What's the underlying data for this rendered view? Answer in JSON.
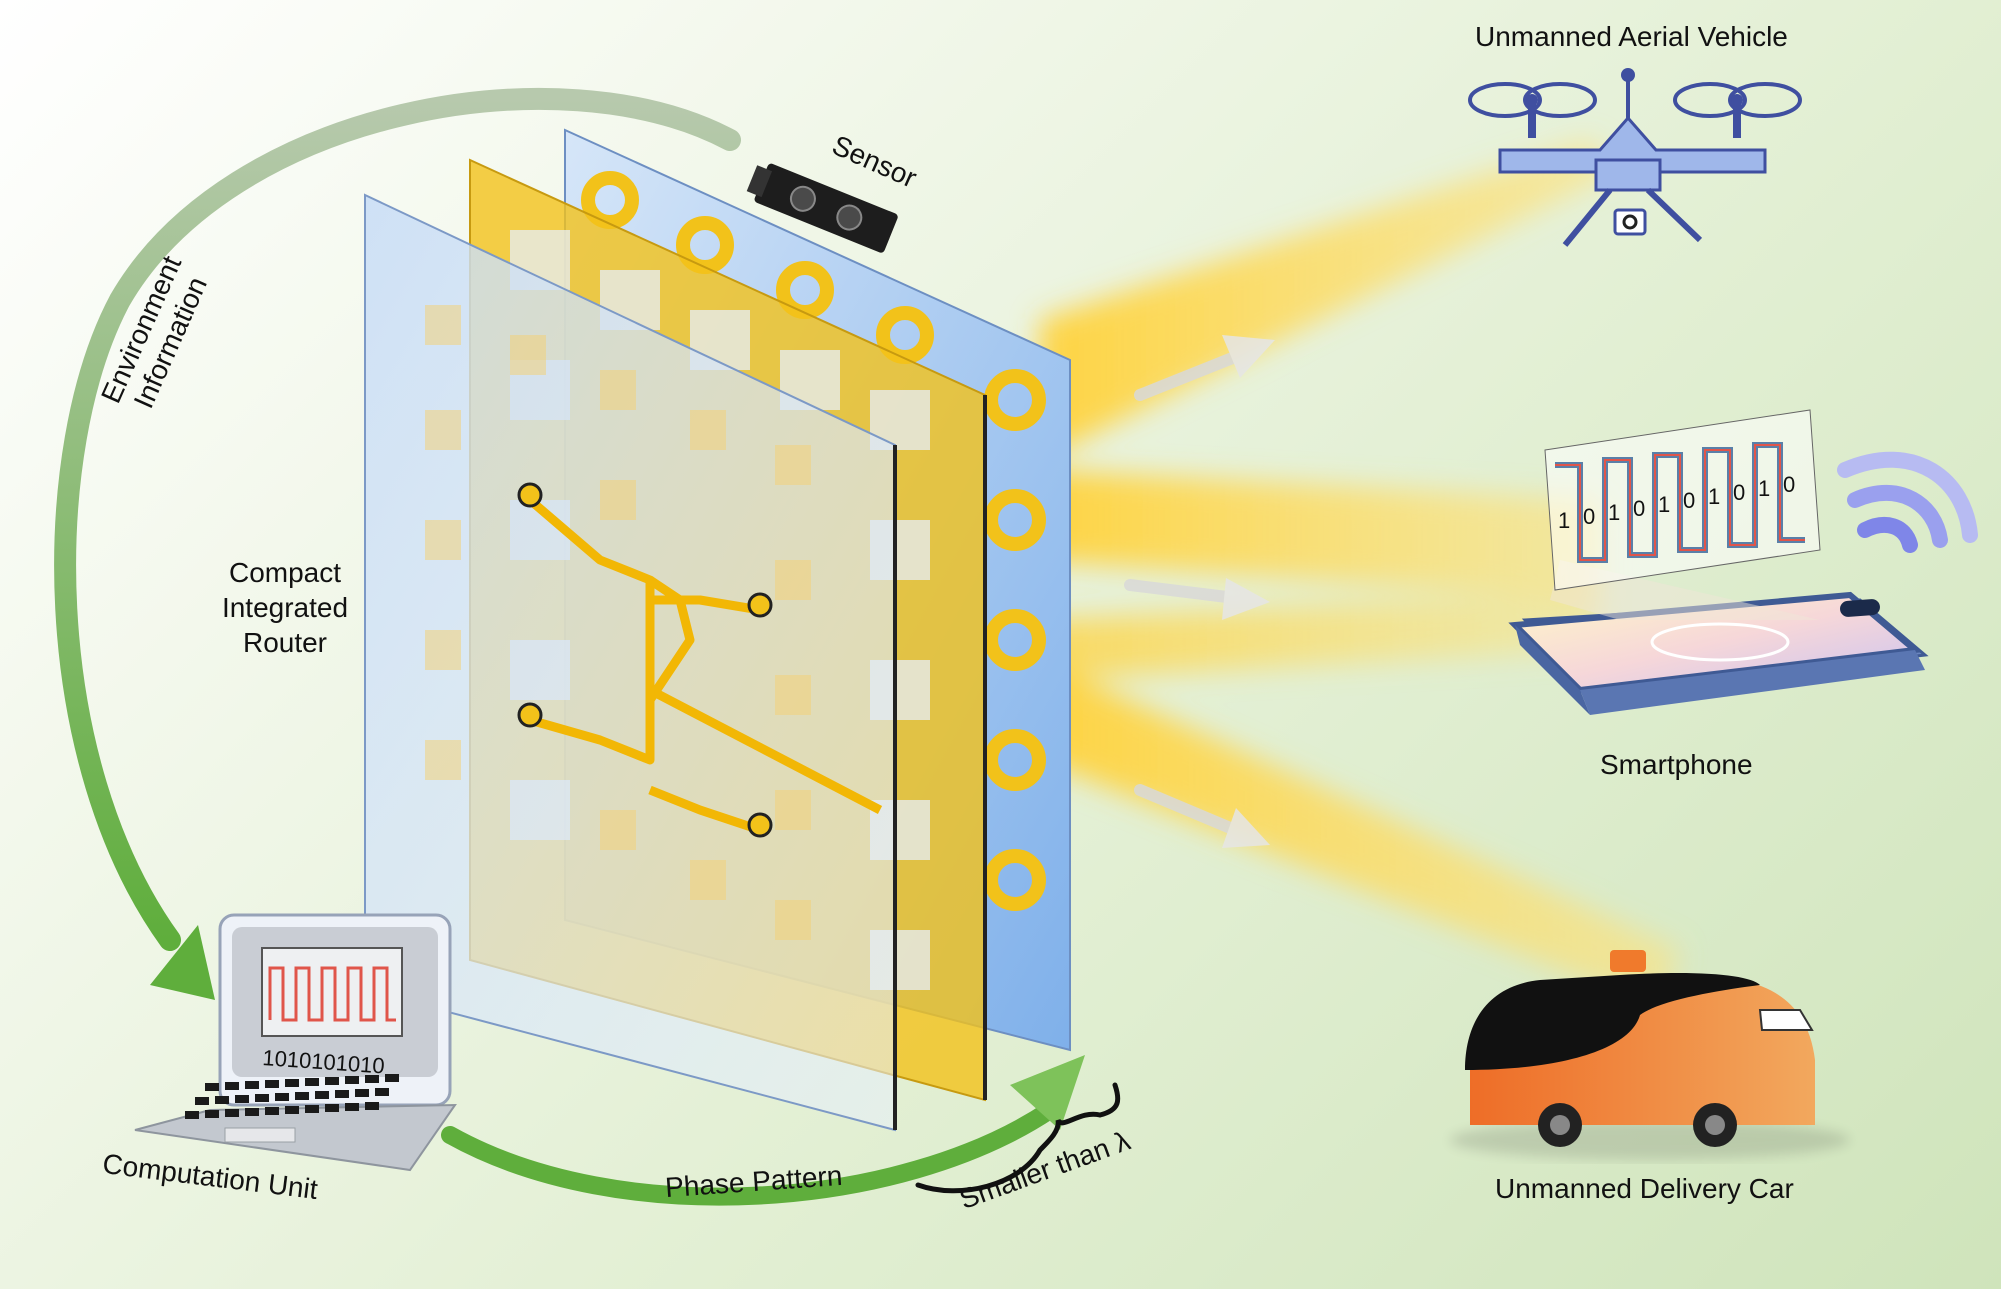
{
  "labels": {
    "uav": "Unmanned Aerial Vehicle",
    "sensor": "Sensor",
    "environment_line1": "Environment",
    "environment_line2": "Information",
    "router_line1": "Compact",
    "router_line2": "Integrated",
    "router_line3": "Router",
    "smartphone": "Smartphone",
    "delivery_car": "Unmanned Delivery Car",
    "computation_unit": "Computation Unit",
    "phase_pattern": "Phase Pattern",
    "smaller_than": "Smaller than λ"
  },
  "laptop_bits": "1010101010",
  "phone_bits": [
    "1",
    "0",
    "1",
    "0",
    "1",
    "0",
    "1",
    "0",
    "1",
    "0"
  ],
  "colors": {
    "beam": "#ffd23a",
    "gold": "#f2c21a",
    "arrow_green": "#5fae3c",
    "glass_blue": "#a9c8ee",
    "car_orange": "#f07a2c",
    "uav_blue": "#9fb7ea",
    "waveform_red": "#e0554a"
  },
  "icons": [
    "drone-icon",
    "smartphone-icon",
    "wifi-icon",
    "delivery-car-icon",
    "laptop-icon",
    "sensor-icon",
    "metasurface-panel"
  ]
}
